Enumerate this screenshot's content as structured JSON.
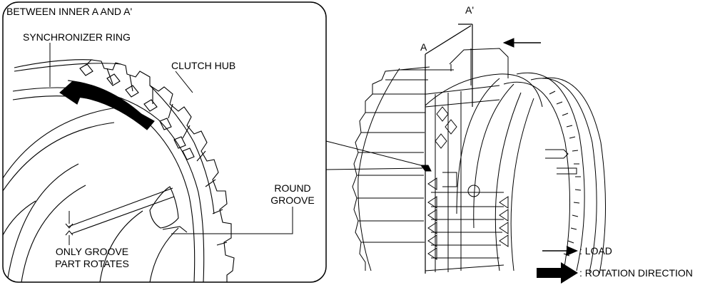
{
  "detail": {
    "title": "BETWEEN INNER A AND A'",
    "synchronizer_ring": "SYNCHRONIZER RING",
    "clutch_hub": "CLUTCH HUB",
    "round_groove_line1": "ROUND",
    "round_groove_line2": "GROOVE",
    "groove_note_line1": "ONLY GROOVE",
    "groove_note_line2": "PART ROTATES"
  },
  "main": {
    "label_a": "A",
    "label_a_prime": "A'"
  },
  "legend": {
    "load": ": LOAD",
    "rotation_direction": ": ROTATION DIRECTION"
  },
  "colors": {
    "line": "#000000",
    "background": "#ffffff"
  }
}
